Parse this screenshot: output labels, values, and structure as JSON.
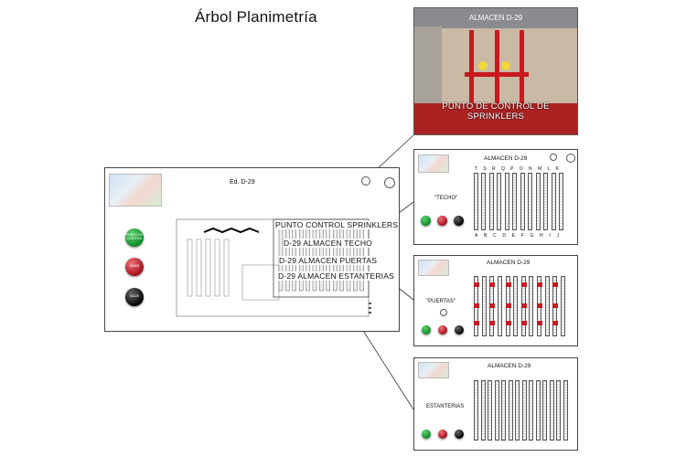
{
  "title": "Árbol Planimetría",
  "main": {
    "heading": "Ed. D-29",
    "labels": [
      "PUNTO CONTROL SPRINKLERS",
      "D-29 ALMACEN TECHO",
      "D-29 ALMACEN PUERTAS",
      "D-29 ALMACEN ESTANTERIAS"
    ],
    "buttons": [
      "PUNTO DE CONTROL",
      "SUBIR",
      "SALIR"
    ]
  },
  "photo": {
    "title": "ALMACEN D-29",
    "caption": "PUNTO DE CONTROL DE SPRINKLERS"
  },
  "techo": {
    "heading": "ALMACEN D-29",
    "side_label": "\"TECHO\"",
    "top_letters": [
      "T",
      "S",
      "R",
      "Q",
      "P",
      "O",
      "N",
      "M",
      "L",
      "K"
    ],
    "bottom_letters": [
      "A",
      "B",
      "C",
      "D",
      "E",
      "F",
      "G",
      "H",
      "I",
      "J"
    ]
  },
  "puertas": {
    "heading": "ALMACEN D-29",
    "side_label": "\"PUERTAS\""
  },
  "estanterias": {
    "heading": "ALMACEN D-29",
    "side_label": "ESTANTERIAS"
  },
  "colors": {
    "line": "#444444",
    "green_button": "#128a2a",
    "red_button": "#a4121e",
    "black_button": "#050505",
    "sprinkler_red": "#c8191f"
  }
}
